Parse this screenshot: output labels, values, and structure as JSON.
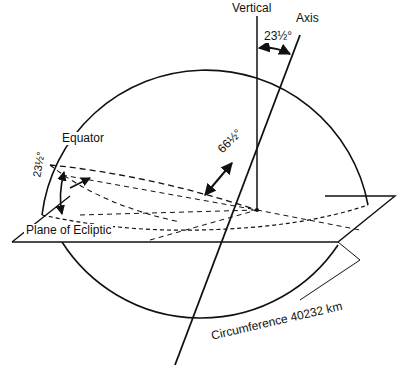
{
  "diagram": {
    "labels": [
      "Vertical",
      "Axis",
      "23½°",
      "Equator",
      "66½°",
      "23½°",
      "Plane of Ecliptic",
      "Circumference 40232 km"
    ]
  }
}
